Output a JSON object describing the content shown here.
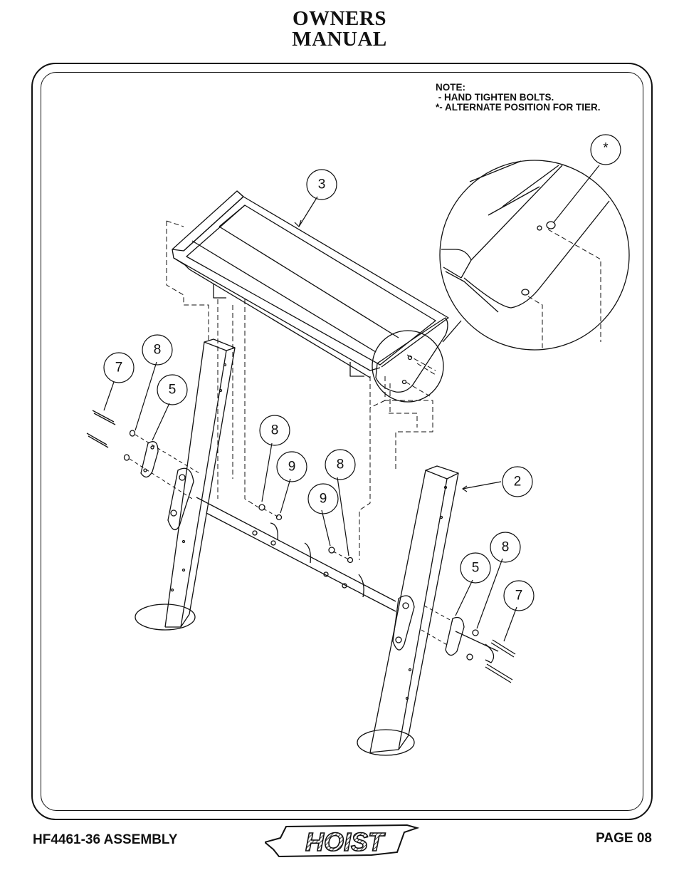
{
  "header": {
    "title_line1": "OWNERS",
    "title_line2": "MANUAL"
  },
  "note": {
    "text": "NOTE:\n - HAND TIGHTEN BOLTS.\n*- ALTERNATE POSITION FOR TIER."
  },
  "callouts": {
    "c3": "3",
    "c2": "2",
    "c7a": "7",
    "c8a": "8",
    "c5a": "5",
    "c8b": "8",
    "c9a": "9",
    "c8c": "8",
    "c9b": "9",
    "c8d": "8",
    "c5b": "5",
    "c7b": "7",
    "cstar": "*"
  },
  "footer": {
    "left": "HF4461-36 ASSEMBLY",
    "right": "PAGE 08",
    "logo_text": "HOIST"
  }
}
